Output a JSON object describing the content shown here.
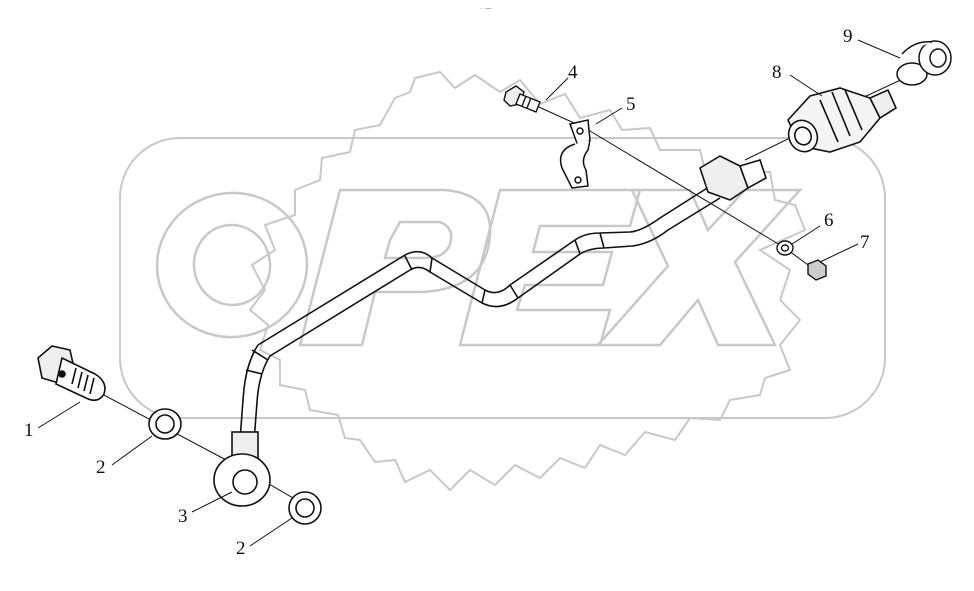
{
  "diagram": {
    "header_mark": "·· —",
    "watermark_logo": "OPEX",
    "callouts": [
      {
        "id": "c1",
        "label": "1"
      },
      {
        "id": "c2a",
        "label": "2"
      },
      {
        "id": "c2b",
        "label": "2"
      },
      {
        "id": "c3",
        "label": "3"
      },
      {
        "id": "c4",
        "label": "4"
      },
      {
        "id": "c5",
        "label": "5"
      },
      {
        "id": "c6",
        "label": "6"
      },
      {
        "id": "c7",
        "label": "7"
      },
      {
        "id": "c8",
        "label": "8"
      },
      {
        "id": "c9",
        "label": "9"
      }
    ]
  },
  "colors": {
    "line": "#111111",
    "watermark": "#c8c8c8",
    "part_shade": "#dddddd",
    "background": "#ffffff"
  }
}
